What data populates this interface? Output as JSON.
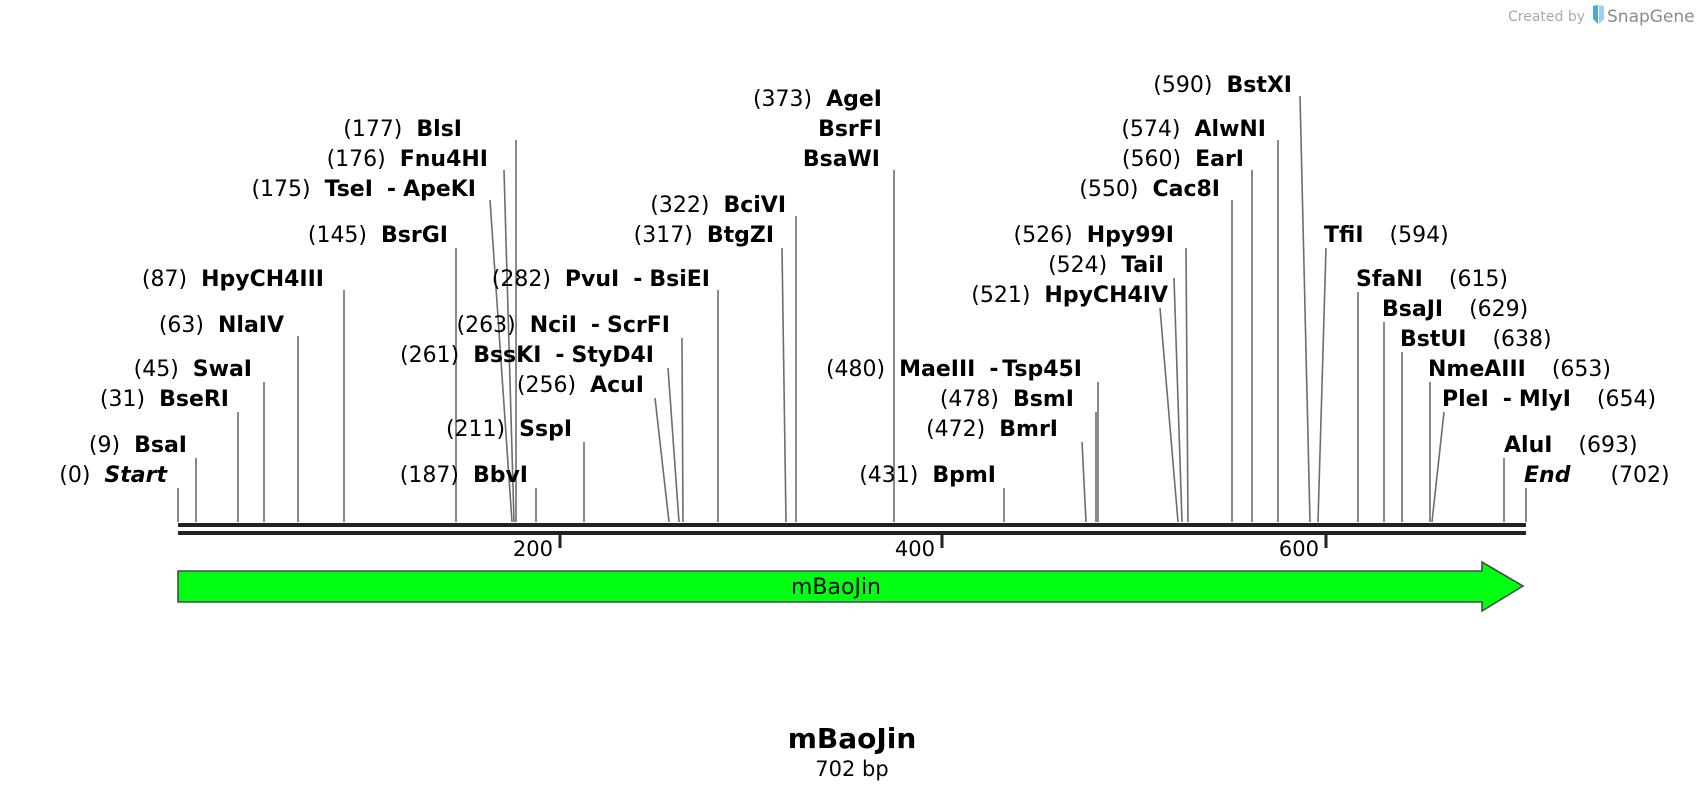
{
  "watermark": {
    "prefix": "Created by",
    "brand": "SnapGene",
    "logo_color": "#4aa8d8"
  },
  "sequence": {
    "name": "mBaoJin",
    "length_label": "702 bp",
    "length": 702
  },
  "ruler": {
    "ticks": [
      "200",
      "400",
      "600"
    ]
  },
  "feature": {
    "label": "mBaoJin",
    "color": "#00ff10",
    "outline": "#4a4a4a"
  },
  "sites_left": [
    {
      "pos": "(177)",
      "name": "BlsI"
    },
    {
      "pos": "(176)",
      "name": "Fnu4HI"
    },
    {
      "pos": "(175)",
      "name": "TseI",
      "sep": "-",
      "name2": "ApeKI"
    },
    {
      "pos": "(145)",
      "name": "BsrGI"
    },
    {
      "pos": "(87)",
      "name": "HpyCH4III"
    },
    {
      "pos": "(63)",
      "name": "NlaIV"
    },
    {
      "pos": "(45)",
      "name": "SwaI"
    },
    {
      "pos": "(31)",
      "name": "BseRI"
    },
    {
      "pos": "(9)",
      "name": "BsaI"
    },
    {
      "pos": "(0)",
      "name": "Start"
    },
    {
      "pos": "(373)",
      "name": "AgeI"
    },
    {
      "pos": "",
      "name": "BsrFI"
    },
    {
      "pos": "",
      "name": "BsaWI"
    },
    {
      "pos": "(322)",
      "name": "BciVI"
    },
    {
      "pos": "(317)",
      "name": "BtgZI"
    },
    {
      "pos": "(282)",
      "name": "PvuI",
      "sep": "-",
      "name2": "BsiEI"
    },
    {
      "pos": "(263)",
      "name": "NciI",
      "sep": "-",
      "name2": "ScrFI"
    },
    {
      "pos": "(261)",
      "name": "BssKI",
      "sep": "-",
      "name2": "StyD4I"
    },
    {
      "pos": "(256)",
      "name": "AcuI"
    },
    {
      "pos": "(211)",
      "name": "SspI"
    },
    {
      "pos": "(187)",
      "name": "BbvI"
    },
    {
      "pos": "(590)",
      "name": "BstXI"
    },
    {
      "pos": "(574)",
      "name": "AlwNI"
    },
    {
      "pos": "(560)",
      "name": "EarI"
    },
    {
      "pos": "(550)",
      "name": "Cac8I"
    },
    {
      "pos": "(526)",
      "name": "Hpy99I"
    },
    {
      "pos": "(524)",
      "name": "TaiI"
    },
    {
      "pos": "(521)",
      "name": "HpyCH4IV"
    },
    {
      "pos": "(480)",
      "name": "MaeIII",
      "sep": "-",
      "name2": "Tsp45I"
    },
    {
      "pos": "(478)",
      "name": "BsmI"
    },
    {
      "pos": "(472)",
      "name": "BmrI"
    },
    {
      "pos": "(431)",
      "name": "BpmI"
    }
  ],
  "sites_right": [
    {
      "name": "TfiI",
      "pos": "(594)"
    },
    {
      "name": "SfaNI",
      "pos": "(615)"
    },
    {
      "name": "BsaJI",
      "pos": "(629)"
    },
    {
      "name": "BstUI",
      "pos": "(638)"
    },
    {
      "name": "NmeAIII",
      "pos": "(653)"
    },
    {
      "name": "PleI",
      "sep": "-",
      "name2": "MlyI",
      "pos": "(654)"
    },
    {
      "name": "AluI",
      "pos": "(693)"
    },
    {
      "name": "End",
      "pos": "(702)"
    }
  ]
}
